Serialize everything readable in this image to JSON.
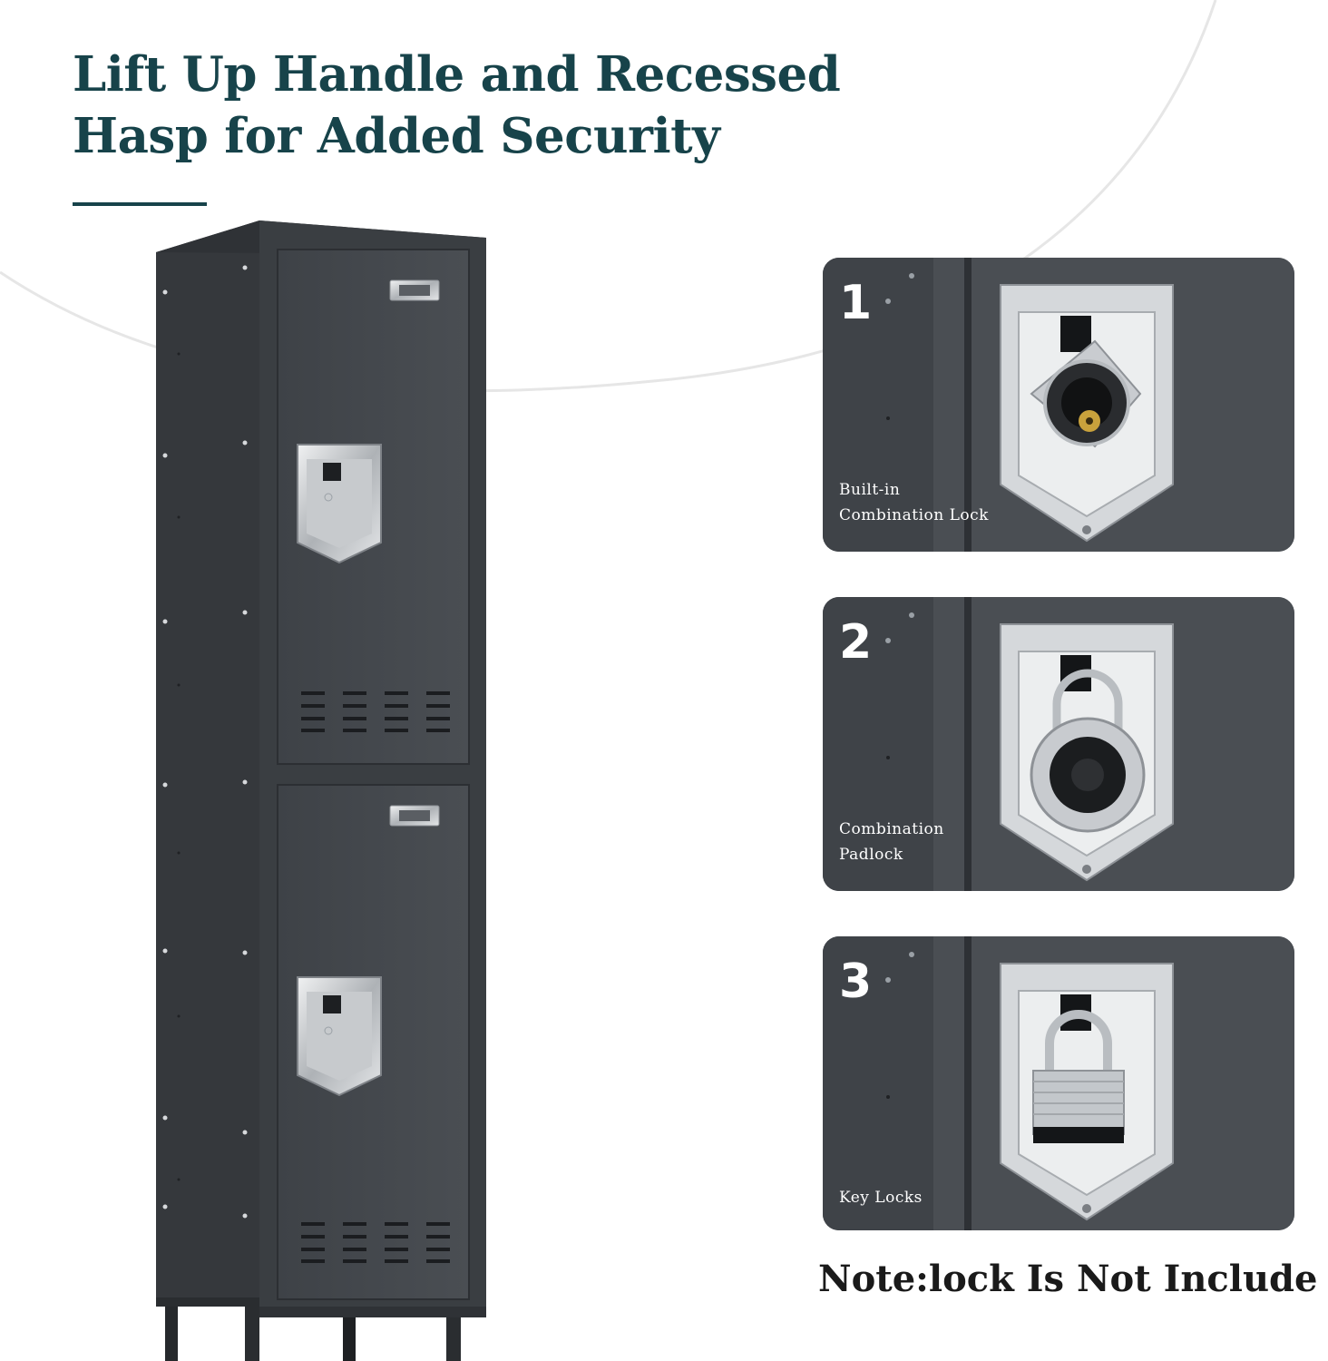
{
  "headline": {
    "line1": "Lift Up Handle and Recessed",
    "line2": "Hasp for Added Security"
  },
  "cards": [
    {
      "number": "1",
      "label_line1": "Built-in",
      "label_line2": "Combination Lock",
      "lock_type": "built-in-combination-lock-icon"
    },
    {
      "number": "2",
      "label_line1": "Combination",
      "label_line2": "Padlock",
      "lock_type": "combination-padlock-icon"
    },
    {
      "number": "3",
      "label_line1": "Key Locks",
      "label_line2": "",
      "lock_type": "keyed-padlock-icon"
    }
  ],
  "note": "Note:lock Is Not Include",
  "colors": {
    "headline": "#17434a",
    "locker_body": "#42464b",
    "card_background": "#4d5156",
    "chrome": "#d9dcdf",
    "note": "#1a1a1a"
  }
}
